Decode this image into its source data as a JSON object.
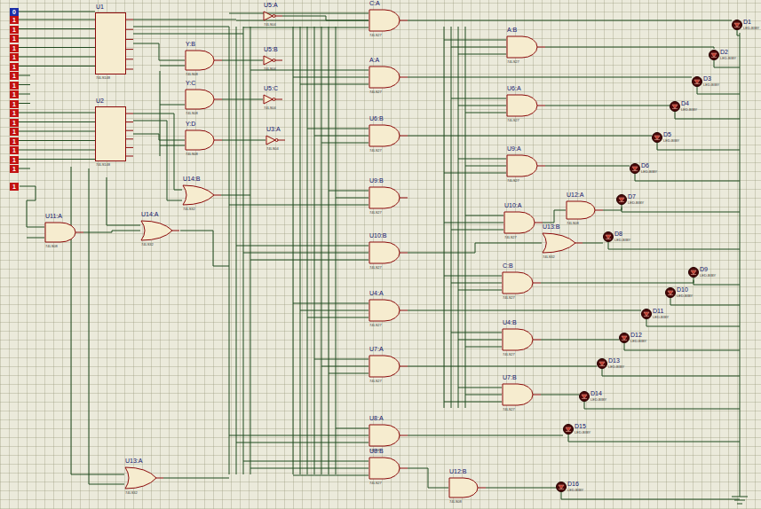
{
  "diagram": {
    "nodes": [
      {
        "text": [
          "U1",
          "74LS148"
        ]
      },
      {
        "text": [
          "U2",
          "74LS148"
        ]
      },
      {
        "text": [
          "Y:B",
          "74LS08"
        ]
      },
      {
        "text": [
          "Y:C",
          "74LS08"
        ]
      },
      {
        "text": [
          "Y:D",
          "74LS08"
        ]
      },
      {
        "text": [
          "U14:B",
          "74LS32"
        ]
      },
      {
        "text": [
          "U11:A",
          "74LS08"
        ]
      },
      {
        "text": [
          "U14:A",
          "74LS32"
        ]
      },
      {
        "text": [
          "U13:A",
          "74LS32"
        ]
      },
      {
        "text": [
          "U5:A",
          "74LS04"
        ]
      },
      {
        "text": [
          "U5:B",
          "74LS04"
        ]
      },
      {
        "text": [
          "U5:C",
          "74LS04"
        ]
      },
      {
        "text": [
          "U3:A",
          "74LS04"
        ]
      },
      {
        "text": [
          "C:A",
          "74LS27"
        ]
      },
      {
        "text": [
          "A:B",
          "74LS27"
        ]
      },
      {
        "text": [
          "A:A",
          "74LS27"
        ]
      },
      {
        "text": [
          "U6:A",
          "74LS27"
        ]
      },
      {
        "text": [
          "U6:B",
          "74LS27"
        ]
      },
      {
        "text": [
          "U9:A",
          "74LS27"
        ]
      },
      {
        "text": [
          "U9:B",
          "74LS27"
        ]
      },
      {
        "text": [
          "U10:A",
          "74LS27"
        ]
      },
      {
        "text": [
          "U12:A",
          "74LS08"
        ]
      },
      {
        "text": [
          "U13:B",
          "74LS32"
        ]
      },
      {
        "text": [
          "U10:B",
          "74LS27"
        ]
      },
      {
        "text": [
          "C:B",
          "74LS27"
        ]
      },
      {
        "text": [
          "U4:A",
          "74LS27"
        ]
      },
      {
        "text": [
          "U4:B",
          "74LS27"
        ]
      },
      {
        "text": [
          "U7:A",
          "74LS27"
        ]
      },
      {
        "text": [
          "U7:B",
          "74LS27"
        ]
      },
      {
        "text": [
          "U8:A",
          "74LS27"
        ]
      },
      {
        "text": [
          "U8:B",
          "74LS27"
        ]
      },
      {
        "text": [
          "U12:B",
          "74LS08"
        ]
      },
      {
        "text": [
          "D1",
          "LED-BIBY"
        ]
      },
      {
        "text": [
          "D2",
          "LED-BIBY"
        ]
      },
      {
        "text": [
          "D3",
          "LED-BIBY"
        ]
      },
      {
        "text": [
          "D4",
          "LED-BIBY"
        ]
      },
      {
        "text": [
          "D5",
          "LED-BIBY"
        ]
      },
      {
        "text": [
          "D6",
          "LED-BIBY"
        ]
      },
      {
        "text": [
          "D7",
          "LED-BIBY"
        ]
      },
      {
        "text": [
          "D8",
          "LED-BIBY"
        ]
      },
      {
        "text": [
          "D9",
          "LED-BIBY"
        ]
      },
      {
        "text": [
          "D10",
          "LED-BIBY"
        ]
      },
      {
        "text": [
          "D11",
          "LED-BIBY"
        ]
      },
      {
        "text": [
          "D12",
          "LED-BIBY"
        ]
      },
      {
        "text": [
          "D13",
          "LED-BIBY"
        ]
      },
      {
        "text": [
          "D14",
          "LED-BIBY"
        ]
      },
      {
        "text": [
          "D15",
          "LED-BIBY"
        ]
      },
      {
        "text": [
          "D16",
          "LED-BIBY"
        ]
      }
    ],
    "edges": [
      {
        "from": 13,
        "to": 32,
        "arrow": "none"
      },
      {
        "from": 14,
        "to": 33,
        "arrow": "none"
      },
      {
        "from": 15,
        "to": 34,
        "arrow": "none"
      },
      {
        "from": 16,
        "to": 35,
        "arrow": "none"
      },
      {
        "from": 17,
        "to": 36,
        "arrow": "none"
      },
      {
        "from": 18,
        "to": 37,
        "arrow": "none"
      },
      {
        "from": 21,
        "to": 38,
        "arrow": "none"
      },
      {
        "from": 22,
        "to": 39,
        "arrow": "none"
      },
      {
        "from": 24,
        "to": 40,
        "arrow": "none"
      },
      {
        "from": 25,
        "to": 42,
        "arrow": "none"
      },
      {
        "from": 26,
        "to": 43,
        "arrow": "none"
      },
      {
        "from": 27,
        "to": 44,
        "arrow": "none"
      },
      {
        "from": 28,
        "to": 45,
        "arrow": "none"
      },
      {
        "from": 29,
        "to": 46,
        "arrow": "none"
      },
      {
        "from": 31,
        "to": 47,
        "arrow": "none"
      },
      {
        "from": 20,
        "to": 21,
        "arrow": "none"
      },
      {
        "from": 30,
        "to": 31,
        "arrow": "none"
      },
      {
        "from": 23,
        "to": 22,
        "arrow": "none"
      },
      {
        "from": 9,
        "to": 13,
        "arrow": "none"
      },
      {
        "from": 2,
        "to": 10,
        "arrow": "none"
      },
      {
        "from": 3,
        "to": 11,
        "arrow": "none"
      },
      {
        "from": 4,
        "to": 12,
        "arrow": "none"
      },
      {
        "from": 6,
        "to": 7,
        "arrow": "none"
      },
      {
        "from": 0,
        "to": 2,
        "arrow": "none"
      },
      {
        "from": 1,
        "to": 4,
        "arrow": "none"
      }
    ],
    "labels": [
      "0",
      "1",
      "1",
      "1",
      "1",
      "1",
      "1",
      "1",
      "1",
      "1",
      "1",
      "1",
      "1",
      "1",
      "1",
      "1",
      "1",
      "1",
      "1"
    ]
  }
}
